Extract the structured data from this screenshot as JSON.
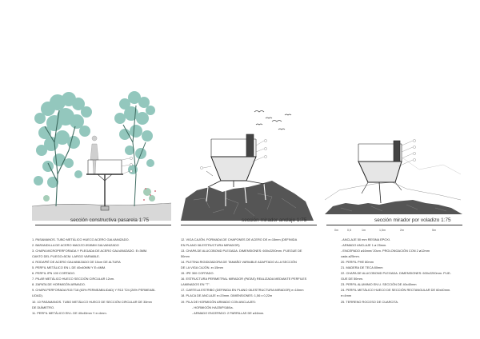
{
  "drawings": [
    {
      "caption": "sección constructiva pasarela 1:75"
    },
    {
      "caption": "sección mirador anclaje 1:75"
    },
    {
      "caption": "sección mirador por voladizo 1:75"
    }
  ],
  "scale_bar": {
    "labels": [
      "0m",
      "0,5",
      "1m",
      "1,5m",
      "2m",
      "5m"
    ]
  },
  "legend": {
    "col1": [
      "1. PASAMANOS. TUBO METÁLICO HUECO ACERO GALVANIZADO.",
      "2. BARANDILLA DE ACERO MACIZO Ø15MM GALVANIZADO",
      "3. CHAPA MICROPERFORADA Y PLEGADA DE ACERO GALVANIZADO. E=3MM.",
      "CANTO DEL PLIEGO=5CM. LARGO VARIABLE.",
      "4. RODAPIÉ DE ACERO GALVANIZADO DE 10cm DE ALTURA",
      "5. PERFIL METÁLICO EN L DE 40x40MM Y E=4MM.",
      "6. PERFIL IPN 100 CORTADO.",
      "7. PILAR METÁLICO HUECO SECCIÓN CIRCULAR 12cm.",
      "8. ZAPATA DE HORMIGÓN ARMADO.",
      "9. CHAPA PERFORADA R15 T18 (63% PERMEABILIDAD) Y R13 T24 (26% PERMEABI-",
      "LIDAD).",
      "10. 10 PASAMANOS. TUBO METÁLICO HUECO DE SECCIÓN CIRCULAR DE 30mm",
      "DE DIÁMETRO.",
      "11. PERFIL METÁLICO EN L DE 40x40mm Y e=4mm."
    ],
    "col2": [
      "12. VIGA CAJÓN. FORMADA DE CHAPONES DE ACERO DE e=15mm (DEFINIDA",
      "EN PLANO 08-ESTRUCTURA MIRADOR)",
      "13. CHAPA DE ALUCOBOND PLEGADA. DIMENSIONES: 600x2200mm. PLIEGUE DE",
      "50mm",
      "14. PLETINA RIGIDIZADORA DE TAMAÑO VARIABLE ADAPTADO A LA SECCIÓN",
      "DE LA VIGA CAJÓN. e=15mm",
      "15. IPE 300 CORTADO.",
      "16. ESTRUCTURA PERIMETRAL MIRADOR (PATAS) REALIZADA MEDIANTE PERFILES",
      "LAMINADOS EN \"T\".",
      "17. CARTELA ESTRIBO (DEFINIDA EN PLANO 08-ESTRUCTURA MIRADOR) e=10mm",
      "18. PLACA DE ANCLAJE e=20mm. DIMENSIONES: 1,56 x 0,22m",
      "19. PILA DE HORMIGÓN ARMADO CON ANCLAJES:"
    ],
    "col2_sub": [
      "- HORMIGÓN HA/25/P/18/IIa.",
      "- ARMADO ENCEPADO: 2 PARRILLAS DE ø16mm."
    ],
    "col3": [
      "- ANCLAJE 50 mm RESINA EPOXI.",
      "- ARMADO ANCLAJE 1 ø 25mm.",
      "- ENCEPADO ø16mm/ 20cm. PROLONGACIÓN CON 2 ø12mm",
      "cada ø25mm.",
      "20. PERFIL PHE 80mm",
      "21. MADERA DE TECA 80mm",
      "22. CHAPA DE ALUCOBOND PLEGADA. DIMENSIONES: 600x2200mm. PLIE-",
      "GUE DE 50mm.",
      "23. PERFIL ALUMINIO EN U. SECCIÓN DE 40x40mm",
      "24. PERFIL METÁLICO HUECO DE SECCIÓN RECTANGULAR DE 60x40mm.",
      "e=4mm",
      "25. TERRENO ROCOSO DE CUARCITA."
    ]
  }
}
